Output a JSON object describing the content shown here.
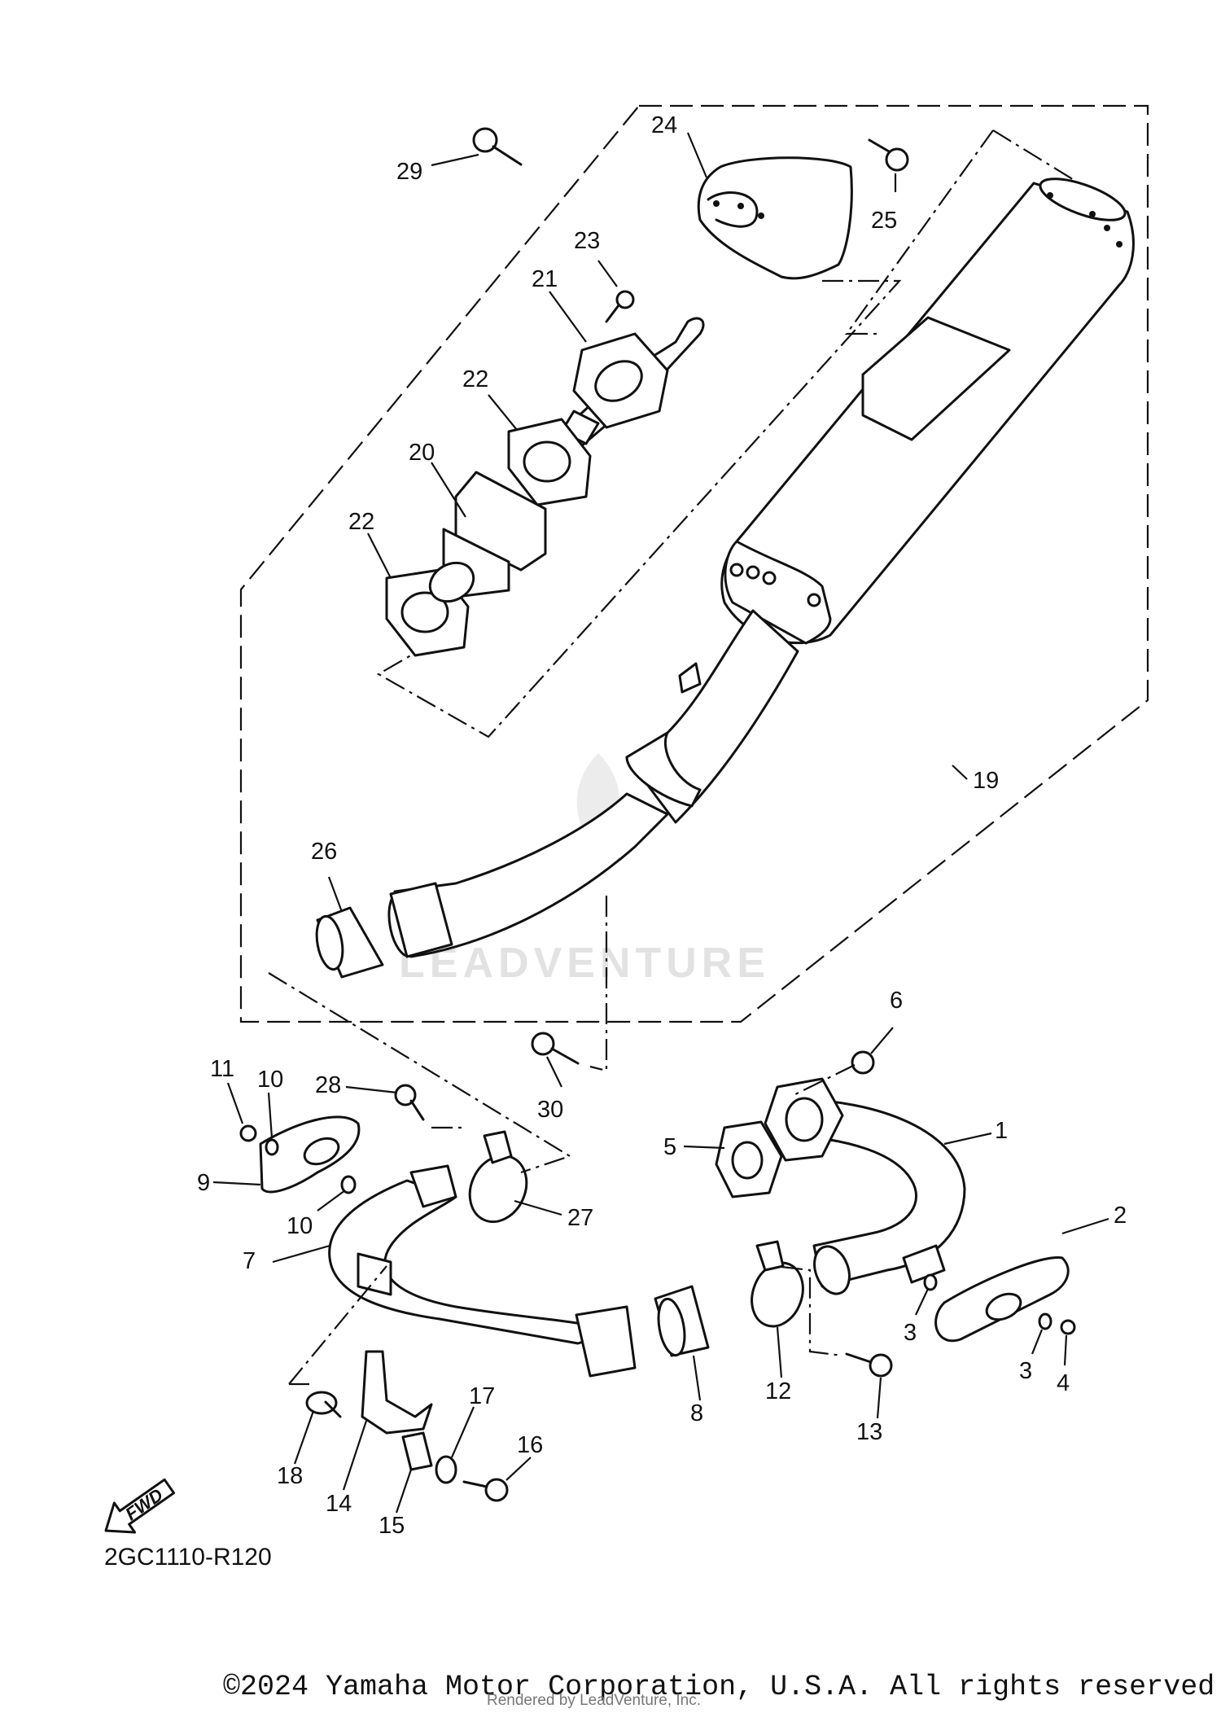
{
  "diagram": {
    "code": "2GC1110-R120",
    "fwd_label": "FWD",
    "watermark": "LEADVENTURE",
    "copyright": "©2024 Yamaha Motor Corporation, U.S.A. All rights reserved.",
    "rendered_by": "Rendered by LeadVenture, Inc.",
    "callouts": {
      "p1": "1",
      "p2": "2",
      "p3a": "3",
      "p3b": "3",
      "p4": "4",
      "p5": "5",
      "p6": "6",
      "p7": "7",
      "p8": "8",
      "p9": "9",
      "p10a": "10",
      "p10b": "10",
      "p11": "11",
      "p12": "12",
      "p13": "13",
      "p14": "14",
      "p15": "15",
      "p16": "16",
      "p17": "17",
      "p18": "18",
      "p19": "19",
      "p20": "20",
      "p21": "21",
      "p22a": "22",
      "p22b": "22",
      "p23": "23",
      "p24": "24",
      "p25": "25",
      "p26": "26",
      "p27": "27",
      "p28": "28",
      "p29": "29",
      "p30": "30"
    }
  }
}
